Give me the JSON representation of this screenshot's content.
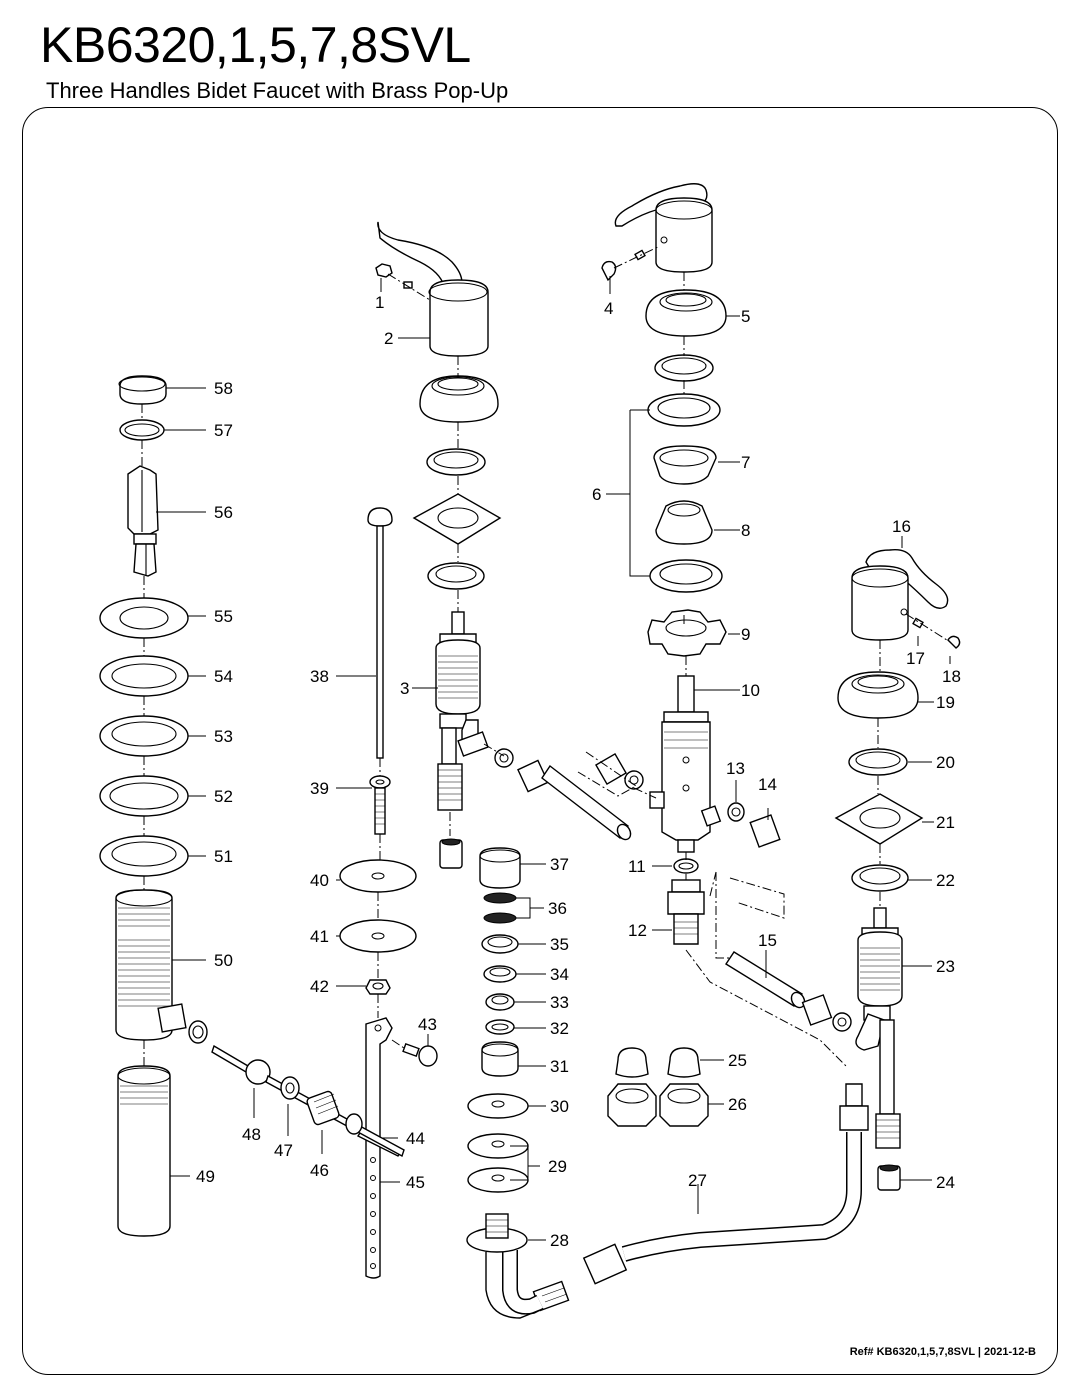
{
  "header": {
    "title": "KB6320,1,5,7,8SVL",
    "subtitle": "Three Handles Bidet Faucet with Brass Pop-Up"
  },
  "footer": {
    "ref": "Ref# KB6320,1,5,7,8SVL | 2021-12-B"
  },
  "callouts": {
    "c1": "1",
    "c2": "2",
    "c3": "3",
    "c4": "4",
    "c5": "5",
    "c6": "6",
    "c7": "7",
    "c8": "8",
    "c9": "9",
    "c10": "10",
    "c11": "11",
    "c12": "12",
    "c13": "13",
    "c14": "14",
    "c15": "15",
    "c16": "16",
    "c17": "17",
    "c18": "18",
    "c19": "19",
    "c20": "20",
    "c21": "21",
    "c22": "22",
    "c23": "23",
    "c24": "24",
    "c25": "25",
    "c26": "26",
    "c27": "27",
    "c28": "28",
    "c29": "29",
    "c30": "30",
    "c31": "31",
    "c32": "32",
    "c33": "33",
    "c34": "34",
    "c35": "35",
    "c36": "36",
    "c37": "37",
    "c38": "38",
    "c39": "39",
    "c40": "40",
    "c41": "41",
    "c42": "42",
    "c43": "43",
    "c44": "44",
    "c45": "45",
    "c46": "46",
    "c47": "47",
    "c48": "48",
    "c49": "49",
    "c50": "50",
    "c51": "51",
    "c52": "52",
    "c53": "53",
    "c54": "54",
    "c55": "55",
    "c56": "56",
    "c57": "57",
    "c58": "58"
  }
}
